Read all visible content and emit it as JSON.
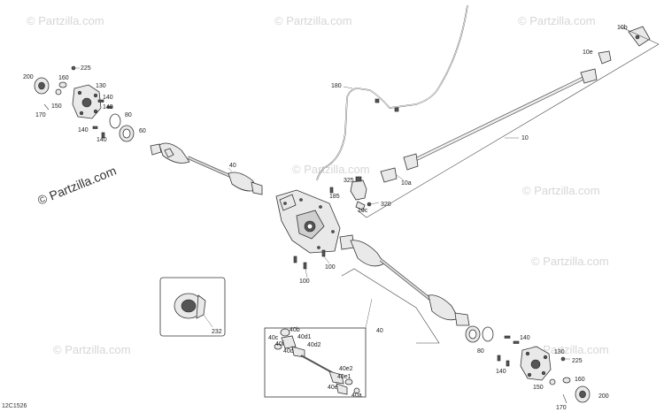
{
  "diagram": {
    "watermark": "© Partzilla.com",
    "figure_code": "12C1526",
    "labels": {
      "l225a": "225",
      "l200a": "200",
      "l160a": "160",
      "l130a": "130",
      "l150a": "150",
      "l140a": "140",
      "l140b": "140",
      "l80a": "80",
      "l170a": "170",
      "l140c": "140",
      "l60a": "60",
      "l140d": "140",
      "l40a": "40",
      "l180": "180",
      "l10": "10",
      "l10b": "10b",
      "l10e": "10e",
      "l10a": "10a",
      "l325": "325",
      "l185": "185",
      "l10c": "10c",
      "l320": "320",
      "l100a": "100",
      "l100b": "100",
      "l232": "232",
      "l40b": "40",
      "l40b_k": "40b",
      "l40c": "40c",
      "l40d1": "40d1",
      "l40f": "40f",
      "l40d2": "40d2",
      "l40d": "40d",
      "l40e2": "40e2",
      "l40e1": "40e1",
      "l40e": "40e",
      "l40a_k": "40a",
      "l80b": "80",
      "l140e": "140",
      "l130b": "130",
      "l225b": "225",
      "l150b": "150",
      "l140f": "140",
      "l160b": "160",
      "l200b": "200",
      "l170b": "170"
    }
  }
}
